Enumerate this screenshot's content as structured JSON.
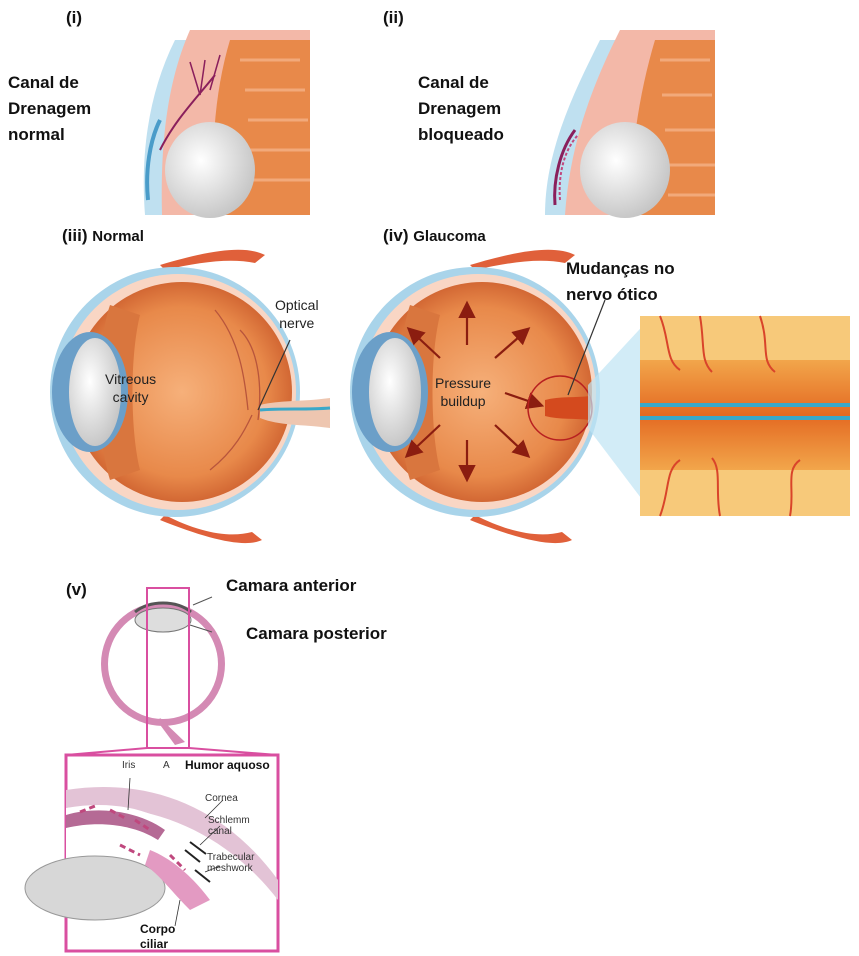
{
  "panels": {
    "i": {
      "id": "(i)",
      "label_lines": [
        "Canal de",
        "Drenagem",
        "normal"
      ]
    },
    "ii": {
      "id": "(ii)",
      "label_lines": [
        "Canal de",
        "Drenagem",
        "bloqueado"
      ]
    },
    "iii": {
      "id": "(iii)",
      "title": "Normal",
      "vitreous_lines": [
        "Vitreous",
        "cavity"
      ],
      "optical_lines": [
        "Optical",
        "nerve"
      ]
    },
    "iv": {
      "id": "(iv)",
      "title": "Glaucoma",
      "pressure_lines": [
        "Pressure",
        "buildup"
      ],
      "optic_change_lines": [
        "Mudanças no",
        "nervo ótico"
      ]
    },
    "v": {
      "id": "(v)",
      "anterior": "Camara anterior",
      "posterior": "Camara posterior",
      "humor": "Humor aquoso",
      "iris": "Iris",
      "a_letter": "A",
      "cornea": "Cornea",
      "schlemm_lines": [
        "Schlemm",
        "canal"
      ],
      "trabecular_lines": [
        "Trabecular",
        "meshwork"
      ],
      "corpo_lines": [
        "Corpo",
        "ciliar"
      ]
    }
  },
  "colors": {
    "eye_orange": "#e8894a",
    "sclera_blue": "#a9d4ea",
    "muscle": "#e0603a",
    "magenta": "#c0487e",
    "frame_pink": "#d94fa0",
    "arrow_dark": "#8b1d10"
  }
}
